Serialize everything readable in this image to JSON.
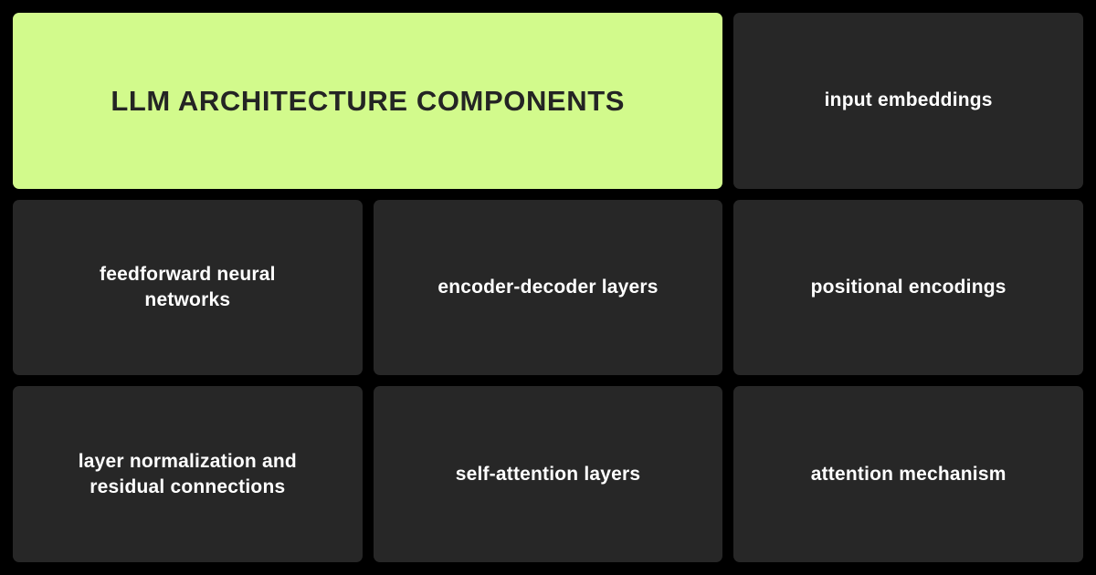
{
  "colors": {
    "bg": "#000000",
    "card-bg": "#272727",
    "accent-bg": "#d2fa8c",
    "accent-text": "#242424",
    "card-text": "#ffffff"
  },
  "title_card": {
    "label": "LLM ARCHITECTURE COMPONENTS"
  },
  "cards": [
    {
      "label": "input embeddings"
    },
    {
      "label": "feedforward neural networks"
    },
    {
      "label": "encoder-decoder layers"
    },
    {
      "label": "positional encodings"
    },
    {
      "label": "layer normalization and residual connections"
    },
    {
      "label": "self-attention layers"
    },
    {
      "label": "attention mechanism"
    }
  ]
}
